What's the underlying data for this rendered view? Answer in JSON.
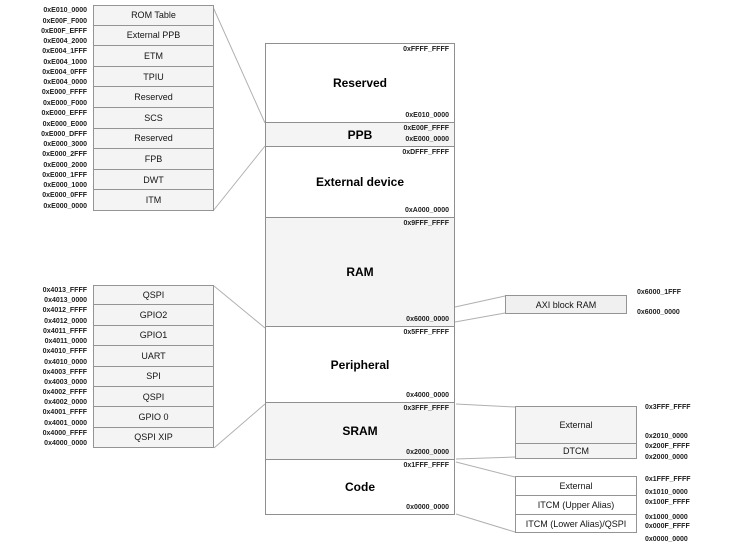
{
  "ppb_table": {
    "rows": [
      {
        "label": "ROM Table",
        "addr_top": "0xE010_0000",
        "addr_bottom": "0xE00F_F000"
      },
      {
        "label": "External PPB",
        "addr_top": "0xE00F_EFFF",
        "addr_bottom": "0xE004_2000"
      },
      {
        "label": "ETM",
        "addr_top": "0xE004_1FFF",
        "addr_bottom": "0xE004_1000"
      },
      {
        "label": "TPIU",
        "addr_top": "0xE004_0FFF",
        "addr_bottom": "0xE004_0000"
      },
      {
        "label": "Reserved",
        "addr_top": "0xE000_FFFF",
        "addr_bottom": "0xE000_F000"
      },
      {
        "label": "SCS",
        "addr_top": "0xE000_EFFF",
        "addr_bottom": "0xE000_E000"
      },
      {
        "label": "Reserved",
        "addr_top": "0xE000_DFFF",
        "addr_bottom": "0xE000_3000"
      },
      {
        "label": "FPB",
        "addr_top": "0xE000_2FFF",
        "addr_bottom": "0xE000_2000"
      },
      {
        "label": "DWT",
        "addr_top": "0xE000_1FFF",
        "addr_bottom": "0xE000_1000"
      },
      {
        "label": "ITM",
        "addr_top": "0xE000_0FFF",
        "addr_bottom": "0xE000_0000"
      }
    ]
  },
  "peripheral_table": {
    "rows": [
      {
        "label": "QSPI",
        "addr_top": "0x4013_FFFF",
        "addr_bottom": "0x4013_0000"
      },
      {
        "label": "GPIO2",
        "addr_top": "0x4012_FFFF",
        "addr_bottom": "0x4012_0000"
      },
      {
        "label": "GPIO1",
        "addr_top": "0x4011_FFFF",
        "addr_bottom": "0x4011_0000"
      },
      {
        "label": "UART",
        "addr_top": "0x4010_FFFF",
        "addr_bottom": "0x4010_0000"
      },
      {
        "label": "SPI",
        "addr_top": "0x4003_FFFF",
        "addr_bottom": "0x4003_0000"
      },
      {
        "label": "QSPI",
        "addr_top": "0x4002_FFFF",
        "addr_bottom": "0x4002_0000"
      },
      {
        "label": "GPIO 0",
        "addr_top": "0x4001_FFFF",
        "addr_bottom": "0x4001_0000"
      },
      {
        "label": "QSPI XIP",
        "addr_top": "0x4000_FFFF",
        "addr_bottom": "0x4000_0000"
      }
    ]
  },
  "main_map": {
    "regions": [
      {
        "label": "Reserved",
        "addr_top": "0xFFFF_FFFF",
        "addr_bottom": "0xE010_0000"
      },
      {
        "label": "PPB",
        "addr_top": "0xE00F_FFFF",
        "addr_bottom": "0xE000_0000"
      },
      {
        "label": "External device",
        "addr_top": "0xDFFF_FFFF",
        "addr_bottom": "0xA000_0000"
      },
      {
        "label": "RAM",
        "addr_top": "0x9FFF_FFFF",
        "addr_bottom": "0x6000_0000"
      },
      {
        "label": "Peripheral",
        "addr_top": "0x5FFF_FFFF",
        "addr_bottom": "0x4000_0000"
      },
      {
        "label": "SRAM",
        "addr_top": "0x3FFF_FFFF",
        "addr_bottom": "0x2000_0000"
      },
      {
        "label": "Code",
        "addr_top": "0x1FFF_FFFF",
        "addr_bottom": "0x0000_0000"
      }
    ]
  },
  "axi_detail": {
    "label": "AXI block RAM",
    "addr_top": "0x6000_1FFF",
    "addr_bottom": "0x6000_0000"
  },
  "sram_detail": {
    "rows": [
      {
        "label": "External",
        "addr_top": "0x3FFF_FFFF",
        "addr_bottom": "0x2010_0000"
      },
      {
        "label": "DTCM",
        "addr_top": "0x200F_FFFF",
        "addr_bottom": "0x2000_0000"
      }
    ]
  },
  "code_detail": {
    "rows": [
      {
        "label": "External",
        "addr_top": "0x1FFF_FFFF",
        "addr_bottom": "0x1010_0000"
      },
      {
        "label": "ITCM (Upper Alias)",
        "addr_top": "0x100F_FFFF",
        "addr_bottom": "0x1000_0000"
      },
      {
        "label": "ITCM (Lower Alias)/QSPI",
        "addr_top": "0x000F_FFFF",
        "addr_bottom": "0x0000_0000"
      }
    ]
  },
  "colors": {
    "shaded_fill": "#f4f4f5",
    "border": "#949494",
    "connector": "#b0b0b0",
    "address_text": "#1c1c1c"
  }
}
